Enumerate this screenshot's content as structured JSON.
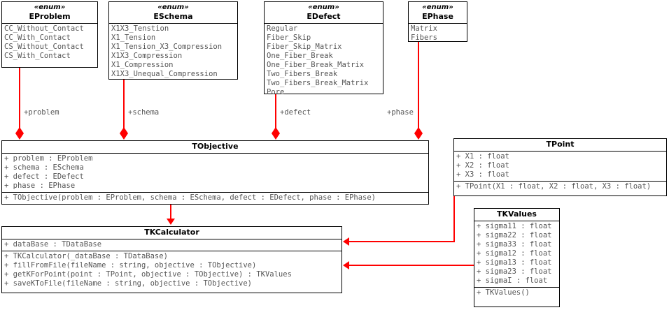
{
  "diagram": {
    "kind": "uml-class-diagram",
    "accent_color": "#ff0000",
    "text_color": "#555555",
    "border_color": "#000000",
    "background": "#ffffff"
  },
  "classes": {
    "eproblem": {
      "stereotype": "«enum»",
      "name": "EProblem",
      "literals": [
        "CC_Without_Contact",
        "CC_With_Contact",
        "CS_Without_Contact",
        "CS_With_Contact"
      ]
    },
    "eschema": {
      "stereotype": "«enum»",
      "name": "ESchema",
      "literals": [
        "X1X3_Tenstion",
        "X1_Tension",
        "X1_Tension_X3_Compression",
        "X1X3_Compression",
        "X1_Compression",
        "X1X3_Unequal_Compression"
      ]
    },
    "edefect": {
      "stereotype": "«enum»",
      "name": "EDefect",
      "literals": [
        "Regular",
        "Fiber_Skip",
        "Fiber_Skip_Matrix",
        "One_Fiber_Break",
        "One_Fiber_Break_Matrix",
        "Two_Fibers_Break",
        "Two_Fibers_Break_Matrix",
        "Pore"
      ]
    },
    "ephase": {
      "stereotype": "«enum»",
      "name": "EPhase",
      "literals": [
        "Matrix",
        "Fibers"
      ]
    },
    "tobjective": {
      "name": "TObjective",
      "attributes": [
        "+ problem : EProblem",
        "+ schema : ESchema",
        "+ defect : EDefect",
        "+ phase : EPhase"
      ],
      "operations": [
        "+ TObjective(problem : EProblem, schema : ESchema, defect : EDefect, phase : EPhase)"
      ]
    },
    "tkcalculator": {
      "name": "TKCalculator",
      "attributes": [
        "+ dataBase : TDataBase"
      ],
      "operations": [
        "+ TKCalculator(_dataBase : TDataBase)",
        "+ fillFromFile(fileName : string, objective : TObjective)",
        "+ getKForPoint(point : TPoint, objective : TObjective) : TKValues",
        "+ saveKToFile(fileName : string, objective : TObjective)"
      ]
    },
    "tpoint": {
      "name": "TPoint",
      "attributes": [
        "+ X1 : float",
        "+ X2 : float",
        "+ X3 : float"
      ],
      "operations": [
        "+ TPoint(X1 : float, X2 : float, X3 : float)"
      ]
    },
    "tkvalues": {
      "name": "TKValues",
      "attributes": [
        "+ sigma11 : float",
        "+ sigma22 : float",
        "+ sigma33 : float",
        "+ sigma12 : float",
        "+ sigma13 : float",
        "+ sigma23 : float",
        "+ sigmaI : float"
      ],
      "operations": [
        "+ TKValues()"
      ]
    }
  },
  "associations": {
    "problem": {
      "label": "+problem"
    },
    "schema": {
      "label": "+schema"
    },
    "defect": {
      "label": "+defect"
    },
    "phase": {
      "label": "+phase"
    }
  }
}
